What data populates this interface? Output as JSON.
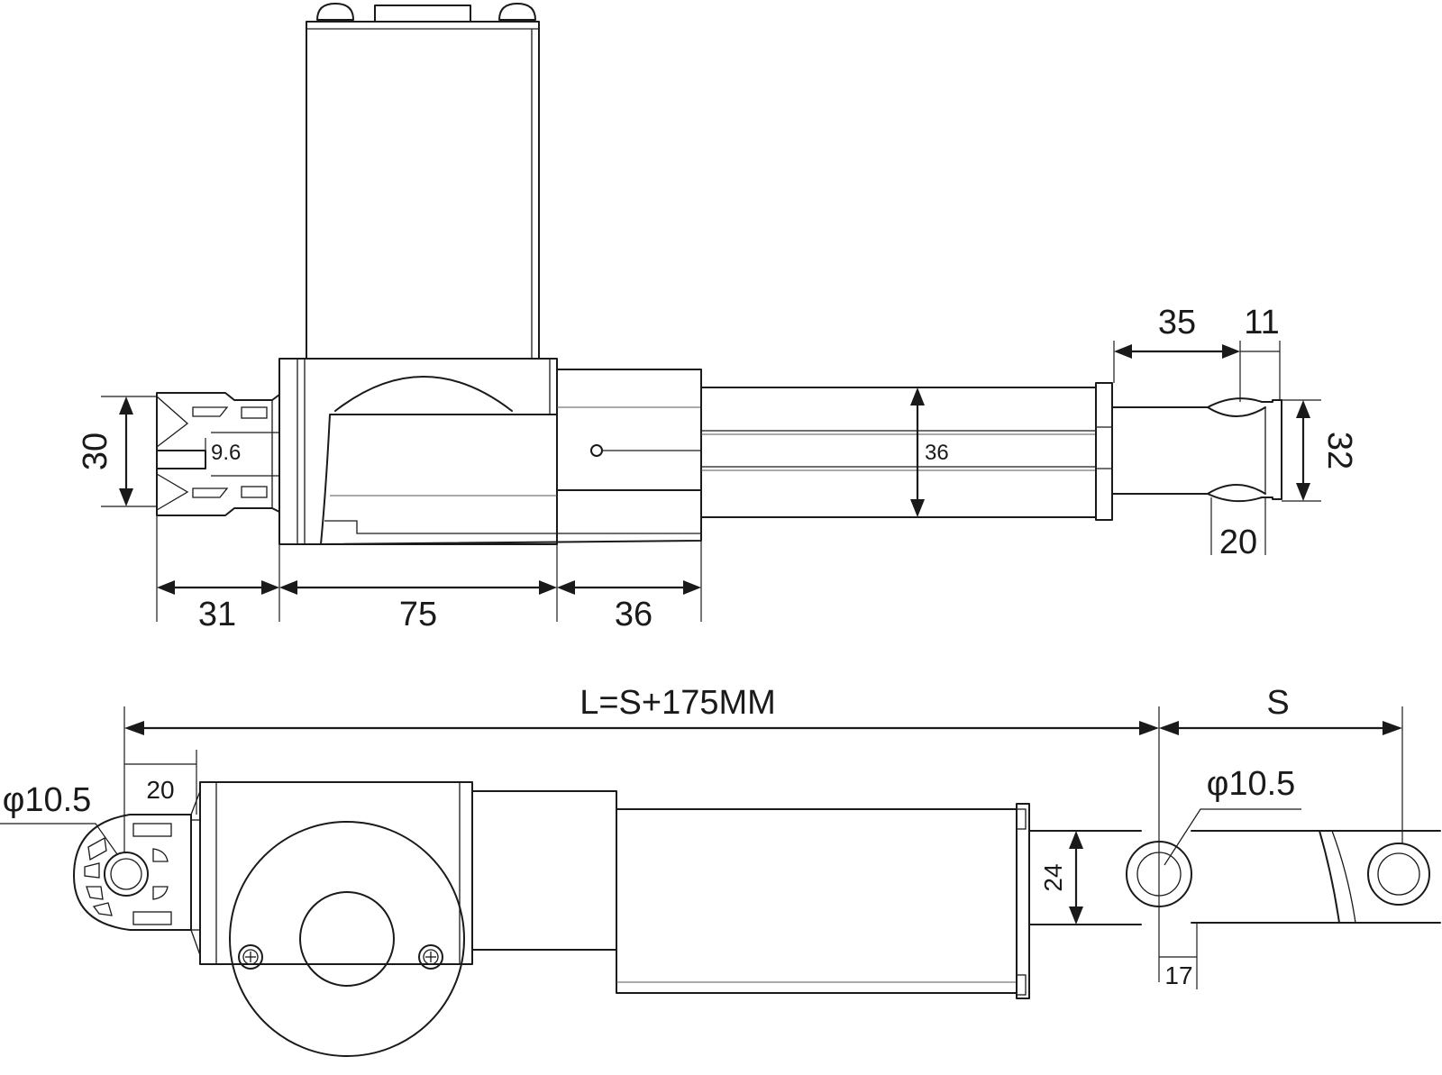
{
  "top_view": {
    "dim_30": "30",
    "dim_9_6": "9.6",
    "dim_31": "31",
    "dim_75": "75",
    "dim_36_bottom": "36",
    "dim_36_tube": "36",
    "dim_35": "35",
    "dim_11": "11",
    "dim_32": "32",
    "dim_20": "20"
  },
  "side_view": {
    "dim_length": "L=S+175MM",
    "dim_stroke": "S",
    "dim_20": "20",
    "dim_hole_left": "φ10.5",
    "dim_hole_right": "φ10.5",
    "dim_24": "24",
    "dim_17": "17"
  },
  "colors": {
    "line": "#1a1a1a",
    "background": "#ffffff"
  }
}
